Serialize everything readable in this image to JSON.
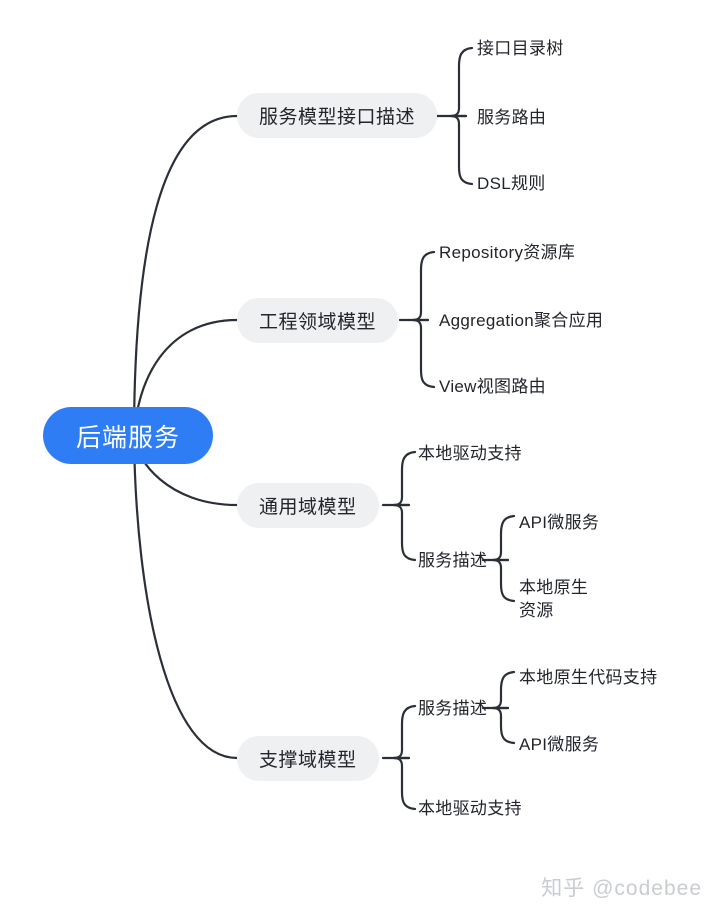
{
  "diagram": {
    "type": "mind-map",
    "title": "后端服务",
    "orientation": "left-to-right",
    "colors": {
      "root_fill": "#2f7df4",
      "root_text": "#ffffff",
      "branch_fill": "#eff0f2",
      "branch_text": "#22252b",
      "connector": "#2b3038",
      "leaf_text": "#22252b",
      "watermark_text": "#c9ccd2",
      "background": "#ffffff"
    }
  },
  "root": {
    "label": "后端服务"
  },
  "branches": [
    {
      "id": "branch-1",
      "label": "服务模型接口描述",
      "children": [
        {
          "id": "b1-leaf-1",
          "label": "接口目录树"
        },
        {
          "id": "b1-leaf-2",
          "label": "服务路由"
        },
        {
          "id": "b1-leaf-3",
          "label": "DSL规则"
        }
      ]
    },
    {
      "id": "branch-2",
      "label": "工程领域模型",
      "children": [
        {
          "id": "b2-leaf-1",
          "label": "Repository资源库"
        },
        {
          "id": "b2-leaf-2",
          "label": "Aggregation聚合应用"
        },
        {
          "id": "b2-leaf-3",
          "label": "View视图路由"
        }
      ]
    },
    {
      "id": "branch-3",
      "label": "通用域模型",
      "children": [
        {
          "id": "b3-leaf-1",
          "label": "本地驱动支持"
        },
        {
          "id": "b3-leaf-2",
          "label": "服务描述",
          "children": [
            {
              "id": "b3-sub-1",
              "label": "API微服务"
            },
            {
              "id": "b3-sub-2",
              "label": "本地原生资源"
            }
          ]
        }
      ]
    },
    {
      "id": "branch-4",
      "label": "支撑域模型",
      "children": [
        {
          "id": "b4-leaf-1",
          "label": "服务描述",
          "children": [
            {
              "id": "b4-sub-1",
              "label": "本地原生代码支持"
            },
            {
              "id": "b4-sub-2",
              "label": "API微服务"
            }
          ]
        },
        {
          "id": "b4-leaf-2",
          "label": "本地驱动支持"
        }
      ]
    }
  ],
  "watermark": {
    "label": "知乎 @codebee"
  }
}
